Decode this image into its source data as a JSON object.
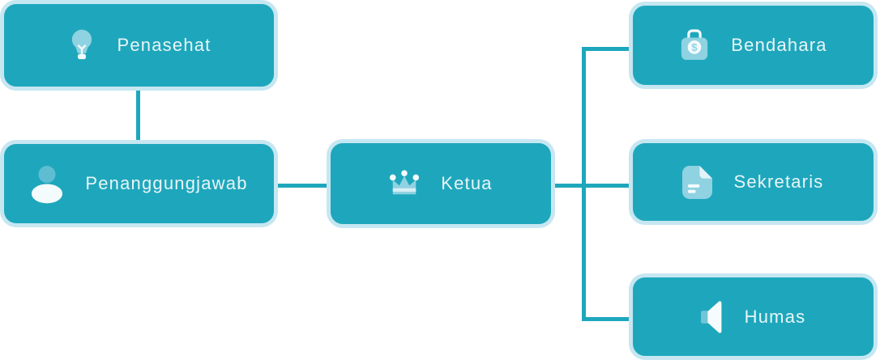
{
  "diagram": {
    "type": "org-chart",
    "nodes": [
      {
        "id": "penasehat",
        "label": "Penasehat",
        "icon": "lightbulb-icon"
      },
      {
        "id": "penanggungjawab",
        "label": "Penanggungjawab",
        "icon": "person-icon"
      },
      {
        "id": "ketua",
        "label": "Ketua",
        "icon": "crown-icon"
      },
      {
        "id": "bendahara",
        "label": "Bendahara",
        "icon": "money-case-icon"
      },
      {
        "id": "sekretaris",
        "label": "Sekretaris",
        "icon": "document-icon"
      },
      {
        "id": "humas",
        "label": "Humas",
        "icon": "speaker-icon"
      }
    ],
    "edges": [
      {
        "from": "Penasehat",
        "to": "Penanggungjawab"
      },
      {
        "from": "Penanggungjawab",
        "to": "Ketua"
      },
      {
        "from": "Ketua",
        "to": "Bendahara"
      },
      {
        "from": "Ketua",
        "to": "Sekretaris"
      },
      {
        "from": "Ketua",
        "to": "Humas"
      }
    ],
    "colors": {
      "node_fill": "#1ea7bc",
      "node_border": "#c6e7f1",
      "connector": "#1ea7bc",
      "label_text": "#e9f5f8",
      "icon_light_blue": "#8fd2e1",
      "icon_white": "#f4fbfd",
      "icon_mid_blue": "#5fbdd2",
      "background": "#ffffff"
    }
  }
}
